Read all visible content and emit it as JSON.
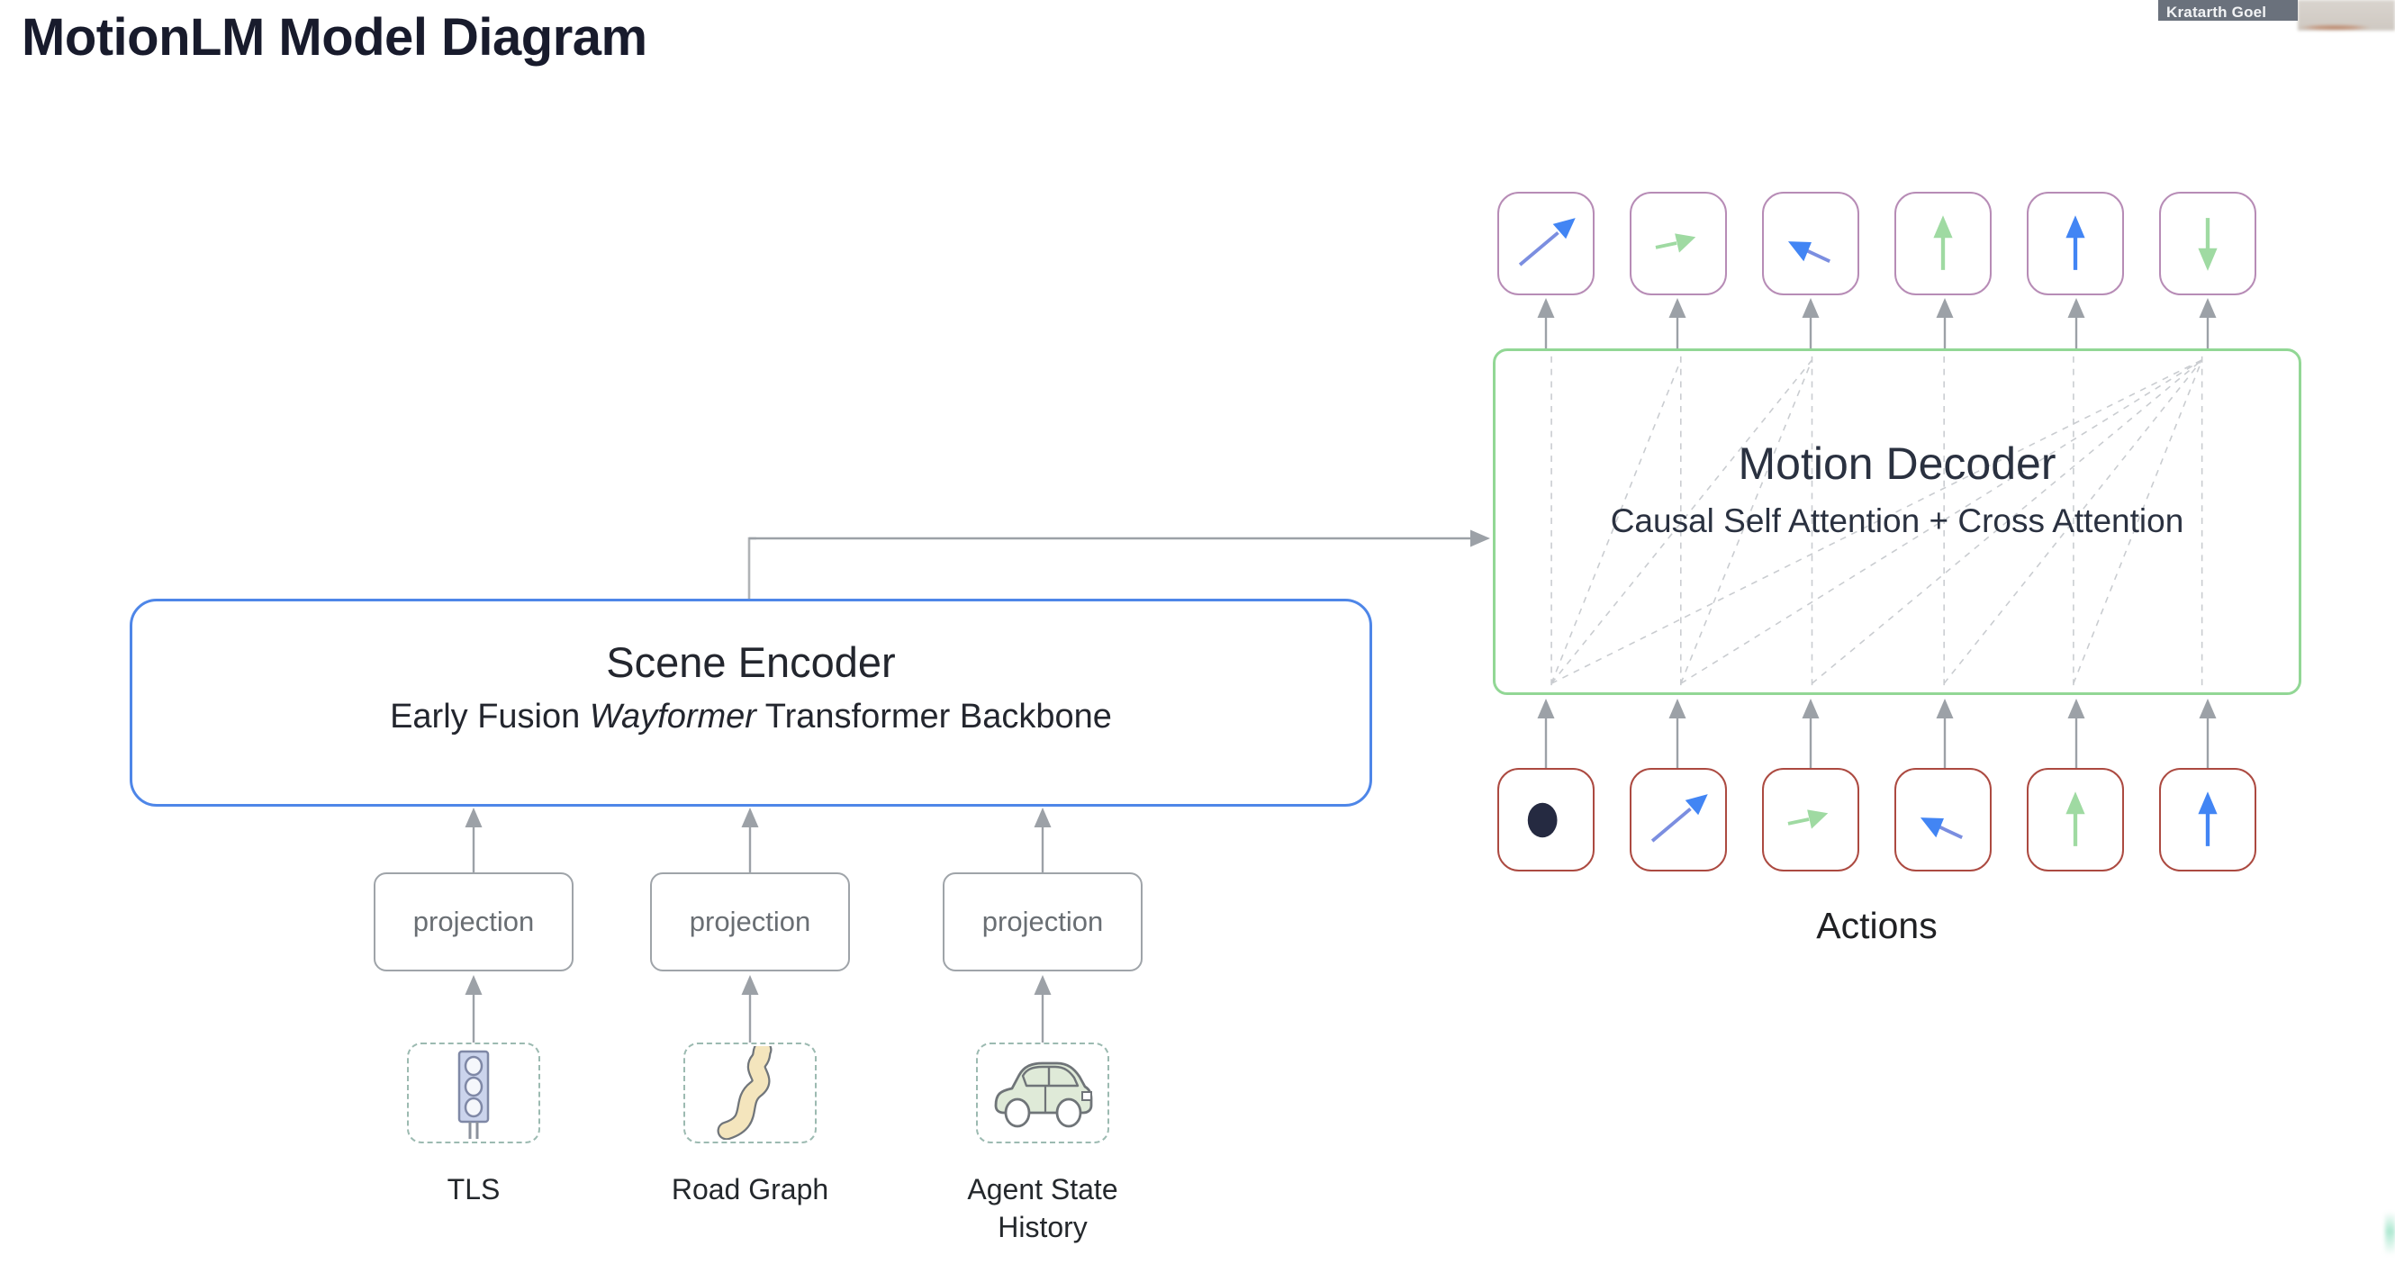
{
  "title": "MotionLM Model Diagram",
  "webcam": {
    "name": "Kratarth Goel"
  },
  "encoder": {
    "title": "Scene Encoder",
    "subtitle_prefix": "Early Fusion ",
    "subtitle_italic": "Wayformer",
    "subtitle_suffix": " Transformer Backbone"
  },
  "decoder": {
    "title": "Motion Decoder",
    "subtitle": "Causal Self Attention + Cross Attention",
    "output_tokens": [
      {
        "icon": "arrow-up-right",
        "color": "blue"
      },
      {
        "icon": "arrow-right",
        "color": "green"
      },
      {
        "icon": "arrow-left-down",
        "color": "blue"
      },
      {
        "icon": "arrow-up",
        "color": "green"
      },
      {
        "icon": "arrow-up",
        "color": "blue"
      },
      {
        "icon": "arrow-down",
        "color": "green"
      }
    ],
    "input_tokens": [
      {
        "icon": "start-dot",
        "color": "dark"
      },
      {
        "icon": "arrow-up-right",
        "color": "blue"
      },
      {
        "icon": "arrow-right",
        "color": "green"
      },
      {
        "icon": "arrow-left-down",
        "color": "blue"
      },
      {
        "icon": "arrow-up",
        "color": "green"
      },
      {
        "icon": "arrow-up",
        "color": "blue"
      }
    ]
  },
  "actions_label": "Actions",
  "projections": [
    {
      "label": "projection"
    },
    {
      "label": "projection"
    },
    {
      "label": "projection"
    }
  ],
  "inputs": [
    {
      "icon": "traffic-light-icon",
      "label": "TLS"
    },
    {
      "icon": "road-graph-icon",
      "label": "Road Graph"
    },
    {
      "icon": "car-icon",
      "label": "Agent State History"
    }
  ],
  "colors": {
    "encoder_border": "#4e86e8",
    "decoder_border": "#92d795",
    "output_token_border": "#b78cb6",
    "input_token_border": "#ac4a41",
    "arrow_blue": "#4285f4",
    "arrow_green": "#9fdaa2",
    "connector_gray": "#9ca1a7",
    "start_dot": "#252a41"
  }
}
